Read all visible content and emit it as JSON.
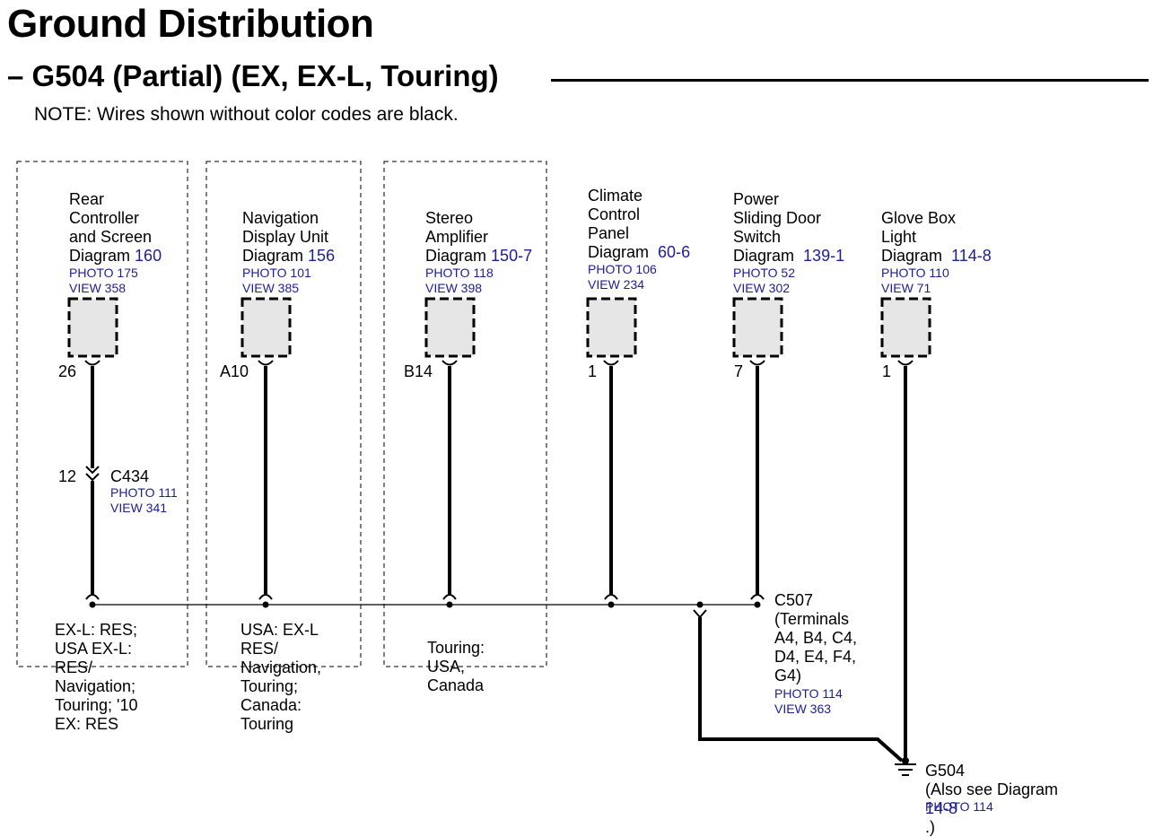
{
  "title": "Ground Distribution",
  "subtitle": "– G504 (Partial) (EX, EX-L, Touring)",
  "note": "NOTE: Wires shown without color codes are black.",
  "components": [
    {
      "name_lines": [
        "Rear",
        "Controller",
        "and Screen"
      ],
      "diagram_label": "Diagram",
      "diagram_ref": "160",
      "photo": "PHOTO 175",
      "view": "VIEW 358",
      "pin": "26"
    },
    {
      "name_lines": [
        "Navigation",
        "Display Unit"
      ],
      "diagram_label": "Diagram",
      "diagram_ref": "156",
      "photo": "PHOTO 101",
      "view": "VIEW 385",
      "pin": "A10"
    },
    {
      "name_lines": [
        "Stereo",
        "Amplifier"
      ],
      "diagram_label": "Diagram",
      "diagram_ref": "150-7",
      "photo": "PHOTO 118",
      "view": "VIEW 398",
      "pin": "B14"
    },
    {
      "name_lines": [
        "Climate",
        "Control",
        "Panel"
      ],
      "diagram_label": "Diagram",
      "diagram_ref": "60-6",
      "photo": "PHOTO 106",
      "view": "VIEW 234",
      "pin": "1"
    },
    {
      "name_lines": [
        "Power",
        "Sliding Door",
        "Switch"
      ],
      "diagram_label": "Diagram",
      "diagram_ref": "139-1",
      "photo": "PHOTO 52",
      "view": "VIEW 302",
      "pin": "7"
    },
    {
      "name_lines": [
        "Glove Box",
        "Light"
      ],
      "diagram_label": "Diagram",
      "diagram_ref": "114-8",
      "photo": "PHOTO 110",
      "view": "VIEW 71",
      "pin": "1"
    }
  ],
  "connector_c434": {
    "pin": "12",
    "name": "C434",
    "photo": "PHOTO 111",
    "view": "VIEW 341"
  },
  "options": [
    [
      "EX-L: RES;",
      "USA EX-L:",
      "RES/",
      "Navigation;",
      "Touring; '10",
      "EX: RES"
    ],
    [
      "USA: EX-L",
      "RES/",
      "Navigation,",
      "Touring;",
      "Canada:",
      "Touring"
    ],
    [
      "Touring:",
      "USA,",
      "Canada"
    ]
  ],
  "connector_c507": {
    "lines": [
      "C507",
      "(Terminals",
      "A4, B4, C4,",
      "D4, E4, F4,",
      "G4)"
    ],
    "photo": "PHOTO 114",
    "view": "VIEW 363"
  },
  "ground_g504": {
    "name": "G504",
    "see_prefix": "(Also see Diagram ",
    "see_ref": "14-8",
    "see_suffix": ".)",
    "photo": "PHOTO 114"
  },
  "colors": {
    "link": "#1d1d9a",
    "wire": "#000000",
    "connector_fill": "#e6e6e6"
  }
}
